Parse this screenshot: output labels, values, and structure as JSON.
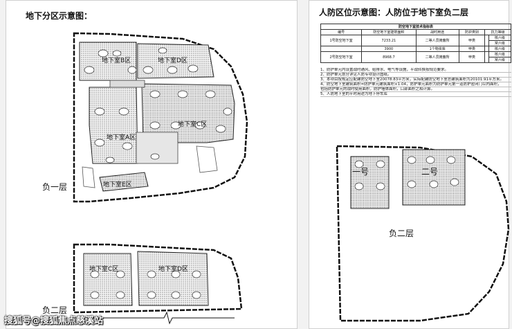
{
  "left_panel": {
    "title": "地下分区示意图：",
    "zones": {
      "b": "地下室B区",
      "d": "地下室D区",
      "c": "地下室C区",
      "a": "地下室A区",
      "e": "地下室E区",
      "c_lower": "地下室C区",
      "d_lower": "地下室D区"
    },
    "levels": {
      "b1": "负一层",
      "b2": "负二层"
    }
  },
  "right_panel": {
    "title": "人防区位示意图：人防位于地下室负二层",
    "table": {
      "caption": "防空地下室技术指标表",
      "headers": [
        "编号",
        "防空地下室建筑面积",
        "战时用途",
        "防护类别",
        "抗力等级"
      ],
      "rows": [
        [
          "1号防空地下室",
          "7233.21",
          "二等人员掩蔽所",
          "甲类",
          "核六级",
          "常六级"
        ],
        [
          "",
          "3900",
          "1个物资库",
          "甲类",
          "核六级",
          "常六级"
        ],
        [
          "2号防空地下室",
          "8968.7",
          "二等人员掩蔽所",
          "甲类",
          "核六级",
          "常六级"
        ]
      ]
    },
    "notes": [
      "1、防护单元内设置战时通风、给排水、电气等设施，平战转换按规范要求。",
      "2、防护单元划分详见人防专项设计图纸。",
      "3、本项目按规定应配建防空地下室20078.83平方米，实际配建防空地下室总建筑面积为20101.91平方米。",
      "4、防空地下室建筑面积=防护单元建筑面积×1.04，防护单元面积为防护单元第一道防护密闭门以内面积，",
      "   包括防护单元的战时使用面积，防护墙体面积，口部面积之和计算。",
      "5、人防地下室的平时用途为地下停车库"
    ],
    "units": {
      "one": "一号",
      "two": "二号"
    },
    "level": "负二层"
  },
  "watermark": "搜狐号@搜狐焦点慈溪站"
}
